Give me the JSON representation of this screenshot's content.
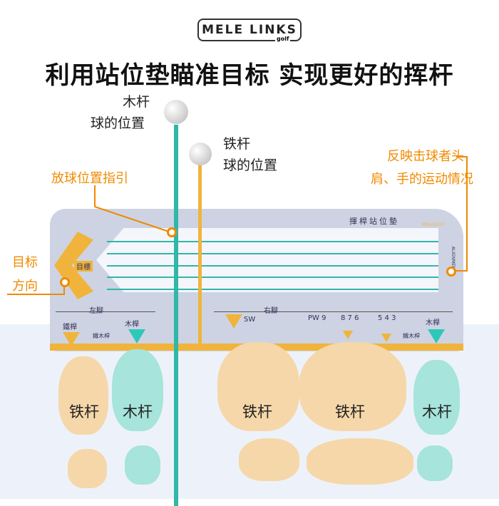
{
  "logo": {
    "brand": "MELE LINKS",
    "sub": "golf"
  },
  "headline": "利用站位垫瞄准目标  实现更好的挥杆",
  "labels": {
    "wood_ball": [
      "木杆",
      "球的位置"
    ],
    "iron_ball": [
      "铁杆",
      "球的位置"
    ],
    "ball_guide": "放球位置指引",
    "shoulder": [
      "反映击球者头",
      "肩、手的运动情况"
    ],
    "target": [
      "目标",
      "方向"
    ]
  },
  "mat": {
    "title": "揮桿站位墊",
    "brand": "MELEGOLF",
    "target": "目標",
    "left_foot": "左腳",
    "right_foot": "右腳",
    "iron": "鐵桿",
    "wood": "木桿",
    "hybrid": "鐵木桿",
    "sw": "SW",
    "irons": [
      "PW 9",
      "8 7 6",
      "5 4 3"
    ],
    "side_text": "ALIGNMENT"
  },
  "feet": [
    "铁杆",
    "木杆",
    "铁杆",
    "铁杆",
    "木杆"
  ],
  "colors": {
    "orange": "#f08a00",
    "teal": "#2fb7a8",
    "yellow": "#f0b43c"
  }
}
